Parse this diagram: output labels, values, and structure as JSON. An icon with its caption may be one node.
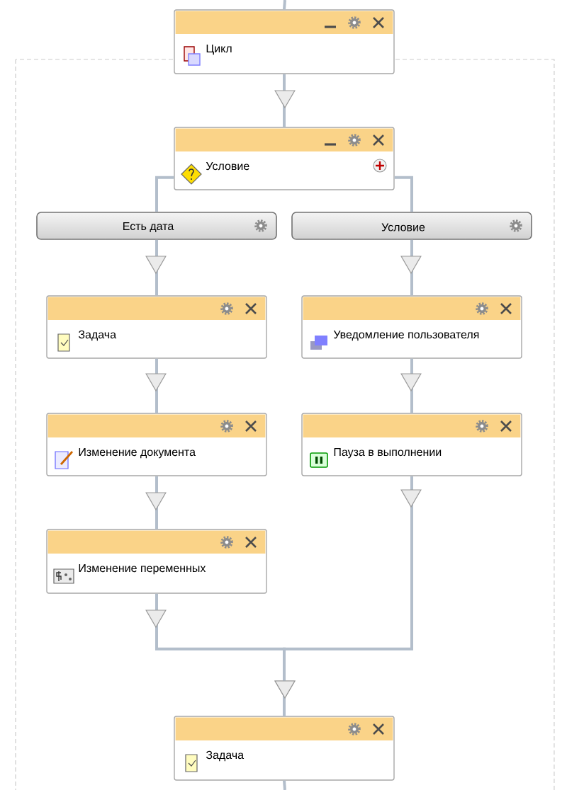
{
  "diagram": {
    "nodes": [
      {
        "text": [
          "Цикл"
        ]
      },
      {
        "text": [
          "Условие"
        ]
      },
      {
        "text": [
          "Есть дата"
        ]
      },
      {
        "text": [
          "Условие"
        ]
      },
      {
        "text": [
          "Задача"
        ]
      },
      {
        "text": [
          "Уведомление пользователя"
        ]
      },
      {
        "text": [
          "Изменение документа"
        ]
      },
      {
        "text": [
          "Пауза в выполнении"
        ]
      },
      {
        "text": [
          "Изменение переменных"
        ]
      },
      {
        "text": [
          "Задача"
        ]
      }
    ],
    "edges": [
      {
        "from": null,
        "to": 0,
        "arrow": "none"
      },
      {
        "from": 0,
        "to": 1,
        "arrow": "to"
      },
      {
        "from": 1,
        "to": 2,
        "arrow": "none"
      },
      {
        "from": 1,
        "to": 3,
        "arrow": "none"
      },
      {
        "from": 2,
        "to": 4,
        "arrow": "to"
      },
      {
        "from": 3,
        "to": 5,
        "arrow": "to"
      },
      {
        "from": 4,
        "to": 6,
        "arrow": "to"
      },
      {
        "from": 5,
        "to": 7,
        "arrow": "to"
      },
      {
        "from": 6,
        "to": 8,
        "arrow": "to"
      },
      {
        "from": 8,
        "to": 9,
        "arrow": "to"
      },
      {
        "from": 7,
        "to": 9,
        "arrow": "to"
      },
      {
        "from": 9,
        "to": null,
        "arrow": "none"
      }
    ]
  }
}
